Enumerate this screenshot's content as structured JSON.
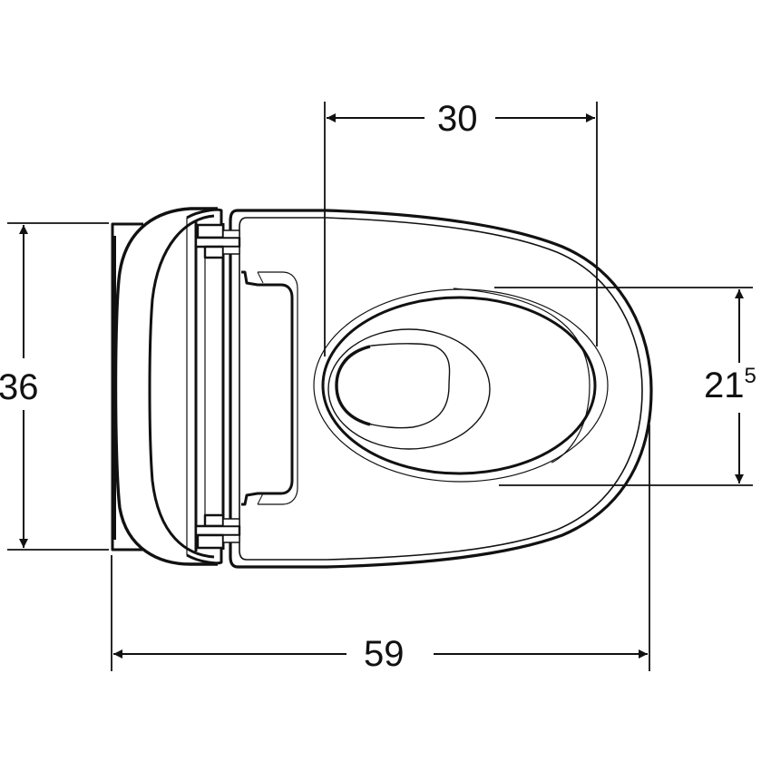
{
  "drawing": {
    "title": "Wall-hung WC top view dimension drawing",
    "units": "cm",
    "line_color": "#111111",
    "background": "#ffffff"
  },
  "dimensions": {
    "total_length": {
      "value": "59",
      "orientation": "horizontal"
    },
    "bowl_opening_length": {
      "value": "30",
      "orientation": "horizontal"
    },
    "total_width": {
      "value": "36",
      "orientation": "vertical"
    },
    "bowl_opening_width": {
      "value": "21",
      "superscript": "5",
      "orientation": "vertical"
    }
  },
  "components": [
    "tank",
    "seat-hinges",
    "seat",
    "bowl-rim",
    "flush-outlet"
  ]
}
